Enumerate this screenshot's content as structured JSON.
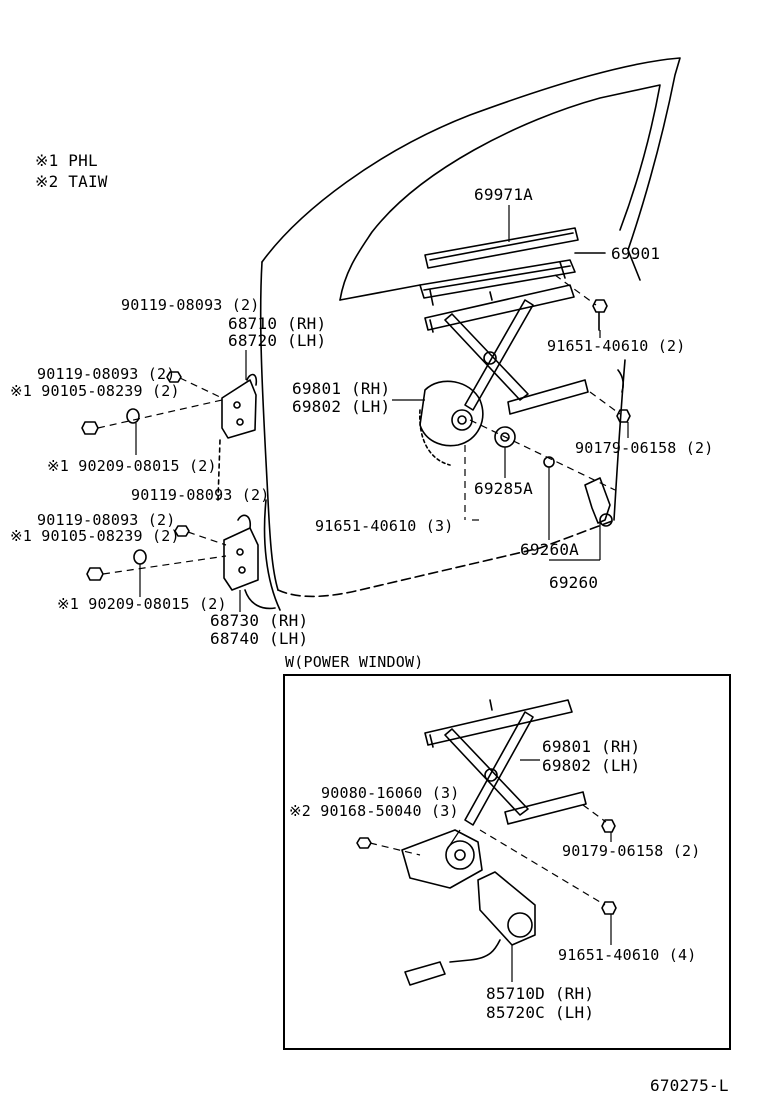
{
  "legend": [
    {
      "mark": "※1",
      "text": "PHL"
    },
    {
      "mark": "※2",
      "text": "TAIW"
    }
  ],
  "parts": {
    "p69971A": "69971A",
    "p69901": "69901",
    "p90119_a": "90119-08093 (2)",
    "p68710": "68710 (RH)",
    "p68720": "68720 (LH)",
    "p90119_b": "90119-08093 (2)",
    "p90105_a": "※1 90105-08239 (2)",
    "p90209_a": "※1  90209-08015 (2)",
    "p69801": "69801 (RH)",
    "p69802": "69802 (LH)",
    "p91651_a": "91651-40610 (2)",
    "p90179_a": "90179-06158 (2)",
    "p69285A": "69285A",
    "p90119_c": "90119-08093 (2)",
    "p90119_d": "90119-08093 (2)",
    "p90105_b": "※1 90105-08239 (2)",
    "p91651_b": "91651-40610 (3)",
    "p69260A": "69260A",
    "p69260": "69260",
    "p90209_b": "※1  90209-08015 (2)",
    "p68730": "68730 (RH)",
    "p68740": "68740 (LH)"
  },
  "power_window": {
    "title": "W(POWER WINDOW)",
    "p69801": "69801 (RH)",
    "p69802": "69802 (LH)",
    "p90080": "90080-16060 (3)",
    "p90168": "※2  90168-50040 (3)",
    "p90179": "90179-06158 (2)",
    "p91651": "91651-40610 (4)",
    "p85710D": "85710D (RH)",
    "p85720C": "85720C (LH)"
  },
  "diagram_code": "670275-L"
}
